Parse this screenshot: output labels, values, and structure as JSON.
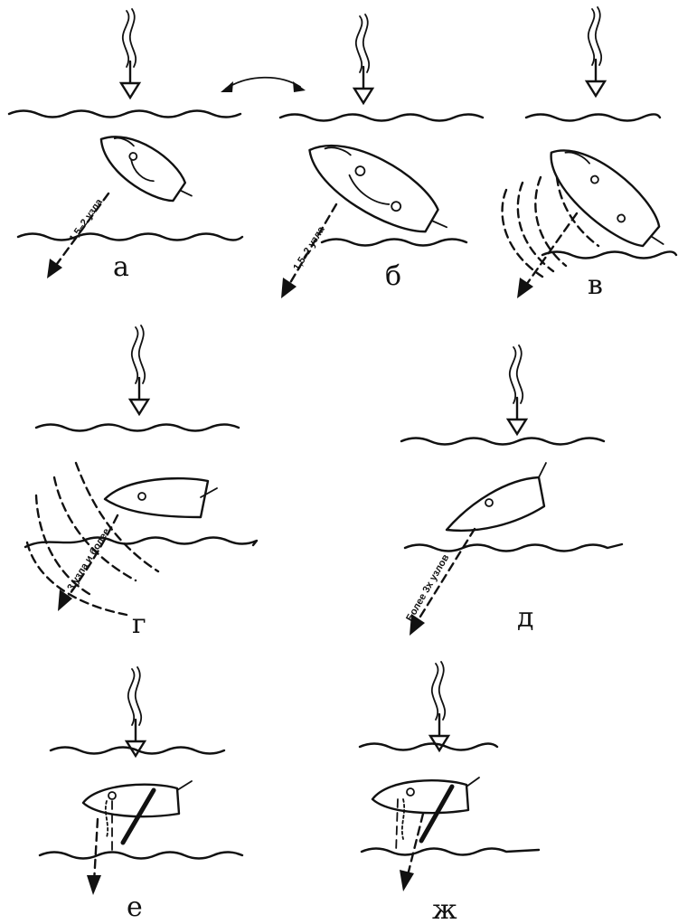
{
  "panels": [
    {
      "id": "a",
      "label": "а",
      "speed": "1,5–2 узла"
    },
    {
      "id": "b",
      "label": "б",
      "speed": "1,5–2 узла"
    },
    {
      "id": "v",
      "label": "в",
      "speed": ""
    },
    {
      "id": "g",
      "label": "г",
      "speed": "3 узла и более"
    },
    {
      "id": "d",
      "label": "д",
      "speed": "Более 3х узлов"
    },
    {
      "id": "e",
      "label": "е",
      "speed": ""
    },
    {
      "id": "zh",
      "label": "ж",
      "speed": ""
    }
  ],
  "icons": {
    "wind": "wavy-wind-arrow-icon",
    "exchange": "double-headed-curved-arrow-icon",
    "boat": "sailboat-hull-icon",
    "drift": "dashed-drift-arrow-icon"
  },
  "colors": {
    "ink": "#111111",
    "background": "#ffffff"
  }
}
